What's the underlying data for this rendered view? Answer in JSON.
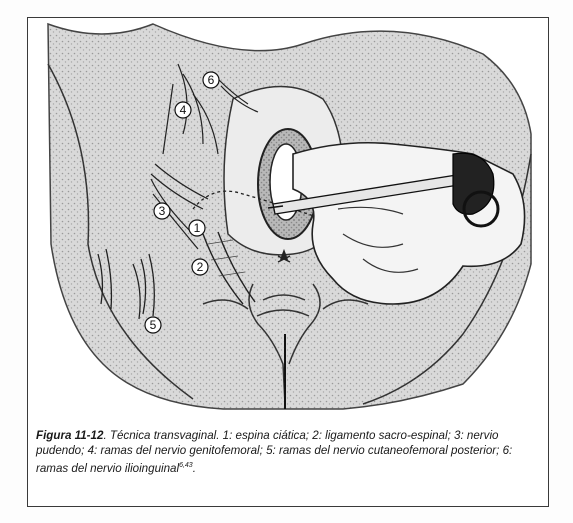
{
  "figure": {
    "markers": [
      "1",
      "2",
      "3",
      "4",
      "5",
      "6"
    ]
  },
  "caption": {
    "label": "Figura 11-12",
    "text": ". Técnica transvaginal. 1: espina ciática; 2: ligamento sacro-espinal; 3: nervio pudendo; 4: ramas del nervio genitofemoral; 5: ramas del nervio cutaneofemoral posterior; 6: ramas del nervio ilioinguinal",
    "refs": "6,43",
    "end": "."
  }
}
